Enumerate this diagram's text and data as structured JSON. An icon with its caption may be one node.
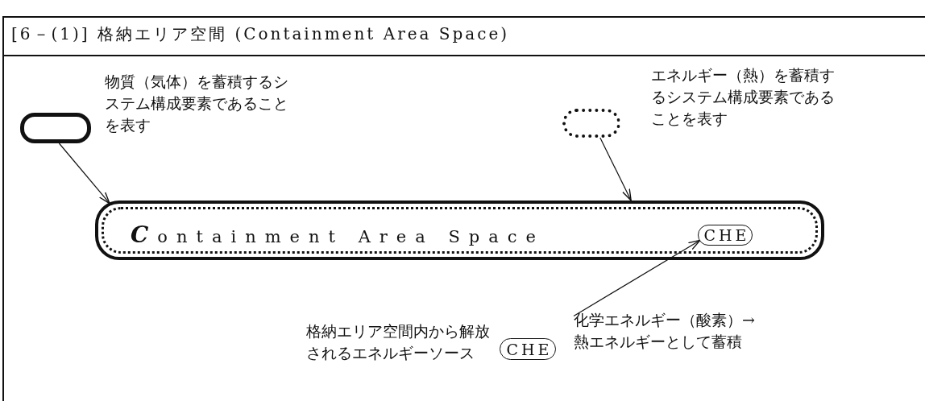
{
  "diagram": {
    "title": "[6－(1)] 格納エリア空間 (Containment Area Space)",
    "nodes": [
      {
        "text": [],
        "shape": "box",
        "beside": [
          "物質（気体）を蓄積するシステム構成要素であることを表す"
        ]
      },
      {
        "text": [],
        "shape": "box",
        "beside": [
          "エネルギー（熱）を蓄積するシステム構成要素であることを表す"
        ]
      },
      {
        "text": [
          "Containment Area Space"
        ]
      },
      {
        "text": [
          "CHE"
        ],
        "in": 2
      },
      {
        "text": [
          "CHE"
        ],
        "beside": [
          "格納エリア空間内から解放されるエネルギーソース"
        ]
      },
      {
        "text": [
          "化学エネルギー（酸素）→熱エネルギーとして蓄積"
        ]
      }
    ],
    "edges": [
      {
        "from": 0,
        "to": 2,
        "arrow": "to"
      },
      {
        "from": 1,
        "to": 2,
        "arrow": "to"
      },
      {
        "from": 5,
        "to": 3,
        "arrow": "to"
      }
    ]
  }
}
